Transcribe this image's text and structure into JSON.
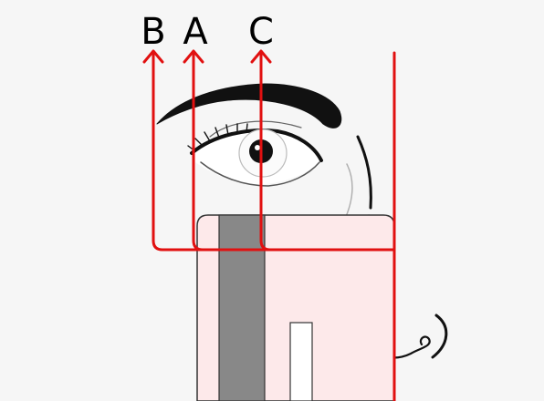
{
  "labels": {
    "b": "B",
    "a": "A",
    "c": "C"
  },
  "colors": {
    "background": "#f6f6f6",
    "line": "#e11010",
    "outline": "#111111",
    "pencil_fill": "#fde9ea",
    "stripe": "#888888",
    "slot": "#ffffff"
  },
  "icons": {
    "arrow": "arrow-up-icon",
    "eye": "eye-icon",
    "eyebrow": "eyebrow-icon",
    "nose": "nose-icon",
    "pencil": "pencil-icon"
  }
}
